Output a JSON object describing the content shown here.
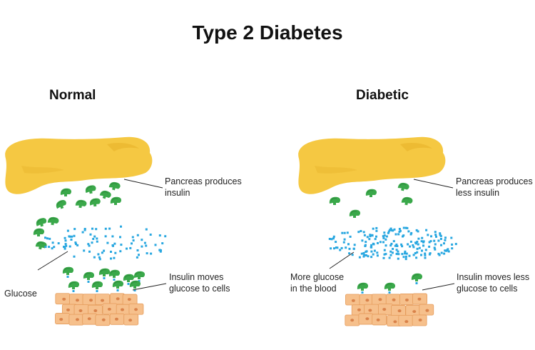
{
  "title": "Type 2 Diabetes",
  "panels": {
    "normal": {
      "heading": "Normal",
      "pancreas_line1": "Pancreas produces",
      "pancreas_line2": "insulin",
      "glucose": "Glucose",
      "insulin_line1": "Insulin moves",
      "insulin_line2": "glucose to cells"
    },
    "diabetic": {
      "heading": "Diabetic",
      "pancreas_line1": "Pancreas produces",
      "pancreas_line2": "less insulin",
      "glucose_line1": "More glucose",
      "glucose_line2": "in the blood",
      "insulin_line1": "Insulin moves less",
      "insulin_line2": "glucose to cells"
    }
  },
  "colors": {
    "pancreas": "#f5c842",
    "pancreas_shade": "#e9b52d",
    "insulin": "#3aa84a",
    "insulin_dark": "#2d8a3b",
    "glucose": "#29a7e0",
    "cell": "#f6c08c",
    "cell_border": "#e59c5c",
    "nucleus": "#d9824a"
  }
}
